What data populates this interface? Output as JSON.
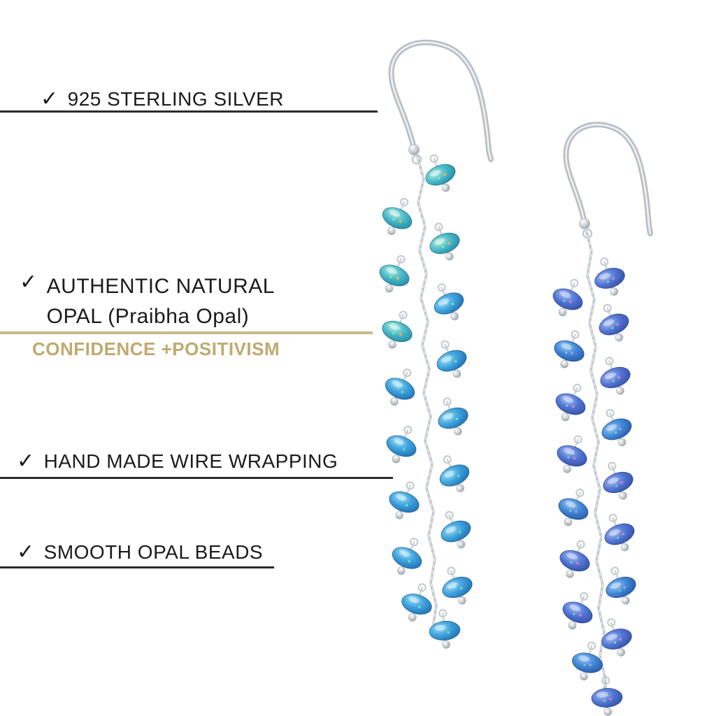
{
  "icons": {
    "check": "✓"
  },
  "colors": {
    "accent_tan": "#c9b98c",
    "tagline_tan": "#bfa96e",
    "rule_black": "#2b2b2b",
    "bead_blue": "#2e86d1",
    "bead_teal": "#3fb3c4",
    "bead_purple": "#4f74d4",
    "silver": "#c7ccd1"
  },
  "callouts": {
    "sterling": {
      "label": "925 STERLING SILVER"
    },
    "opal": {
      "line1": "AUTHENTIC NATURAL",
      "line2": "OPAL (Praibha Opal)"
    },
    "wire": {
      "label": "HAND MADE WIRE WRAPPING"
    },
    "beads": {
      "label": "SMOOTH OPAL BEADS"
    }
  },
  "tagline": {
    "label": "CONFIDENCE +POSITIVISM"
  }
}
